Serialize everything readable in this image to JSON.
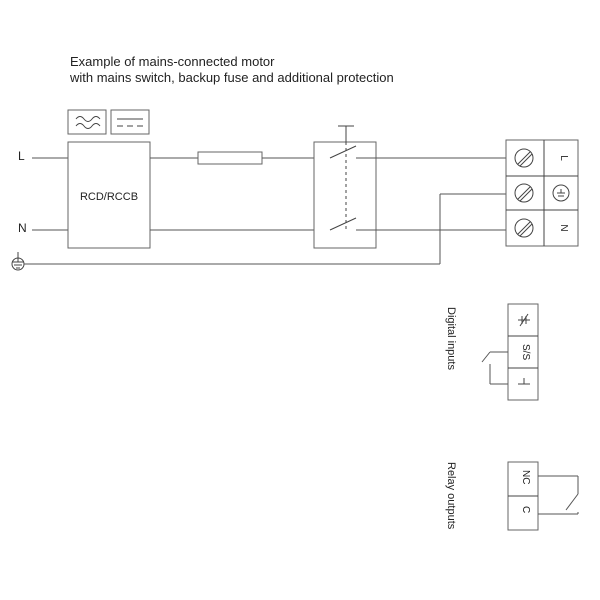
{
  "diagram": {
    "title_line1": "Example of mains-connected motor",
    "title_line2": "with mains switch, backup fuse and additional protection",
    "label_L": "L",
    "label_N": "N",
    "rcd_label": "RCD/RCCB",
    "terminal_L": "L",
    "terminal_N": "N",
    "digital_inputs_label": "Digital inputs",
    "ss_label": "S/S",
    "relay_outputs_label": "Relay outputs",
    "nc_label": "NC",
    "c_label": "C"
  },
  "icons": [
    "ground-icon",
    "ac-dc-icon",
    "dc-icon",
    "fuse-icon",
    "switch-icon",
    "screw-terminal-icon",
    "protective-earth-icon",
    "contact-icon"
  ]
}
